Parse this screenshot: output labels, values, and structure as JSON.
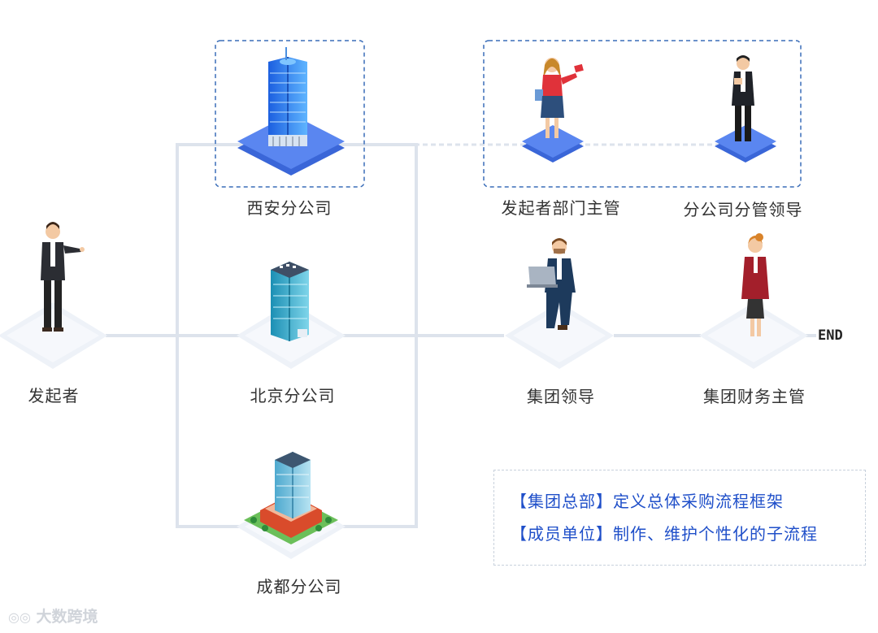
{
  "nodes": {
    "initiator": "发起者",
    "xian": "西安分公司",
    "beijing": "北京分公司",
    "chengdu": "成都分公司",
    "dept_head": "发起者部门主管",
    "branch_leader": "分公司分管领导",
    "group_leader": "集团领导",
    "finance_head": "集团财务主管"
  },
  "end_label": "END",
  "notes": [
    "【集团总部】定义总体采购流程框架",
    "【成员单位】制作、维护个性化的子流程"
  ],
  "watermark": "大数跨境",
  "icons": {
    "person": "person-icon",
    "building": "building-icon",
    "platform": "platform-icon"
  },
  "colors": {
    "connector": "#dde3ec",
    "platform_blue": "#4a79ec",
    "platform_light": "#eef2f8",
    "accent_text": "#1f4fc9",
    "dashed_border": "#3a6db8"
  }
}
